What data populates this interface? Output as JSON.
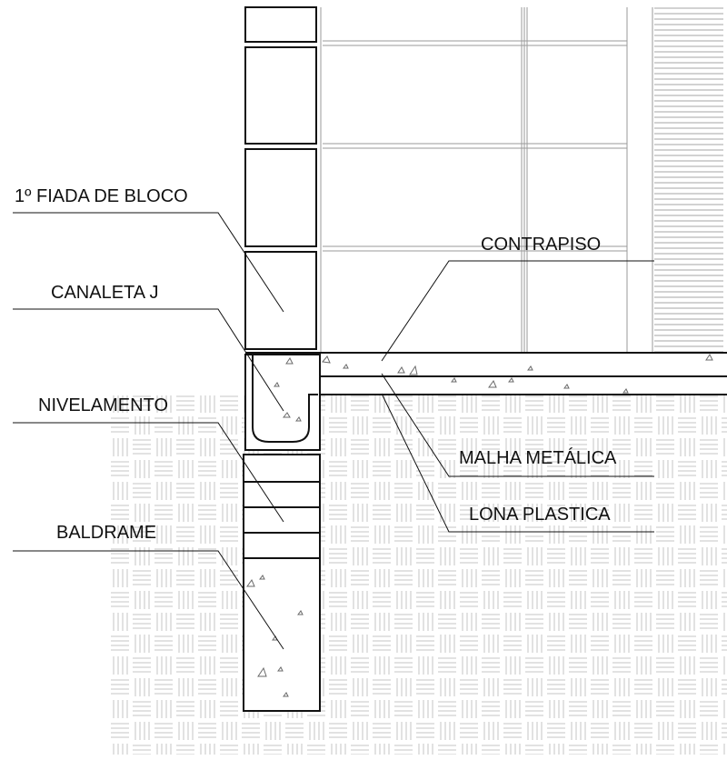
{
  "labels": {
    "fiada": "1º FIADA DE BLOCO",
    "canaleta": "CANALETA J",
    "nivelamento": "NIVELAMENTO",
    "baldrame": "BALDRAME",
    "contrapiso": "CONTRAPISO",
    "malha": "MALHA METÁLICA",
    "lona": "LONA PLASTICA"
  },
  "colors": {
    "line": "#111111",
    "hatch": "#9a9a9a",
    "soil": "#c9c9c9"
  }
}
